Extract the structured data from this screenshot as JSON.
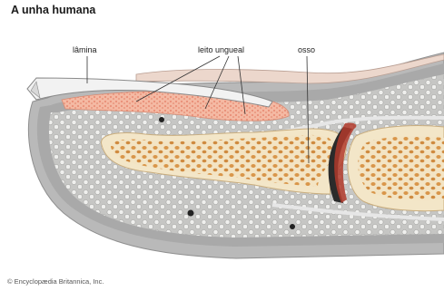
{
  "title": "A unha humana",
  "labels": {
    "nail_plate": "lâmina",
    "nail_bed": "leito ungueal",
    "bone": "osso"
  },
  "credit": "© Encyclopædia Britannica, Inc.",
  "colors": {
    "tissue": "#c9c9c9",
    "fat_cell": "#f1f1ef",
    "nail_bed": "#f0b39a",
    "bone_marrow": "#e0a55a",
    "bone_cortex": "#f3e6c8",
    "skin": "#e8d6cc"
  }
}
